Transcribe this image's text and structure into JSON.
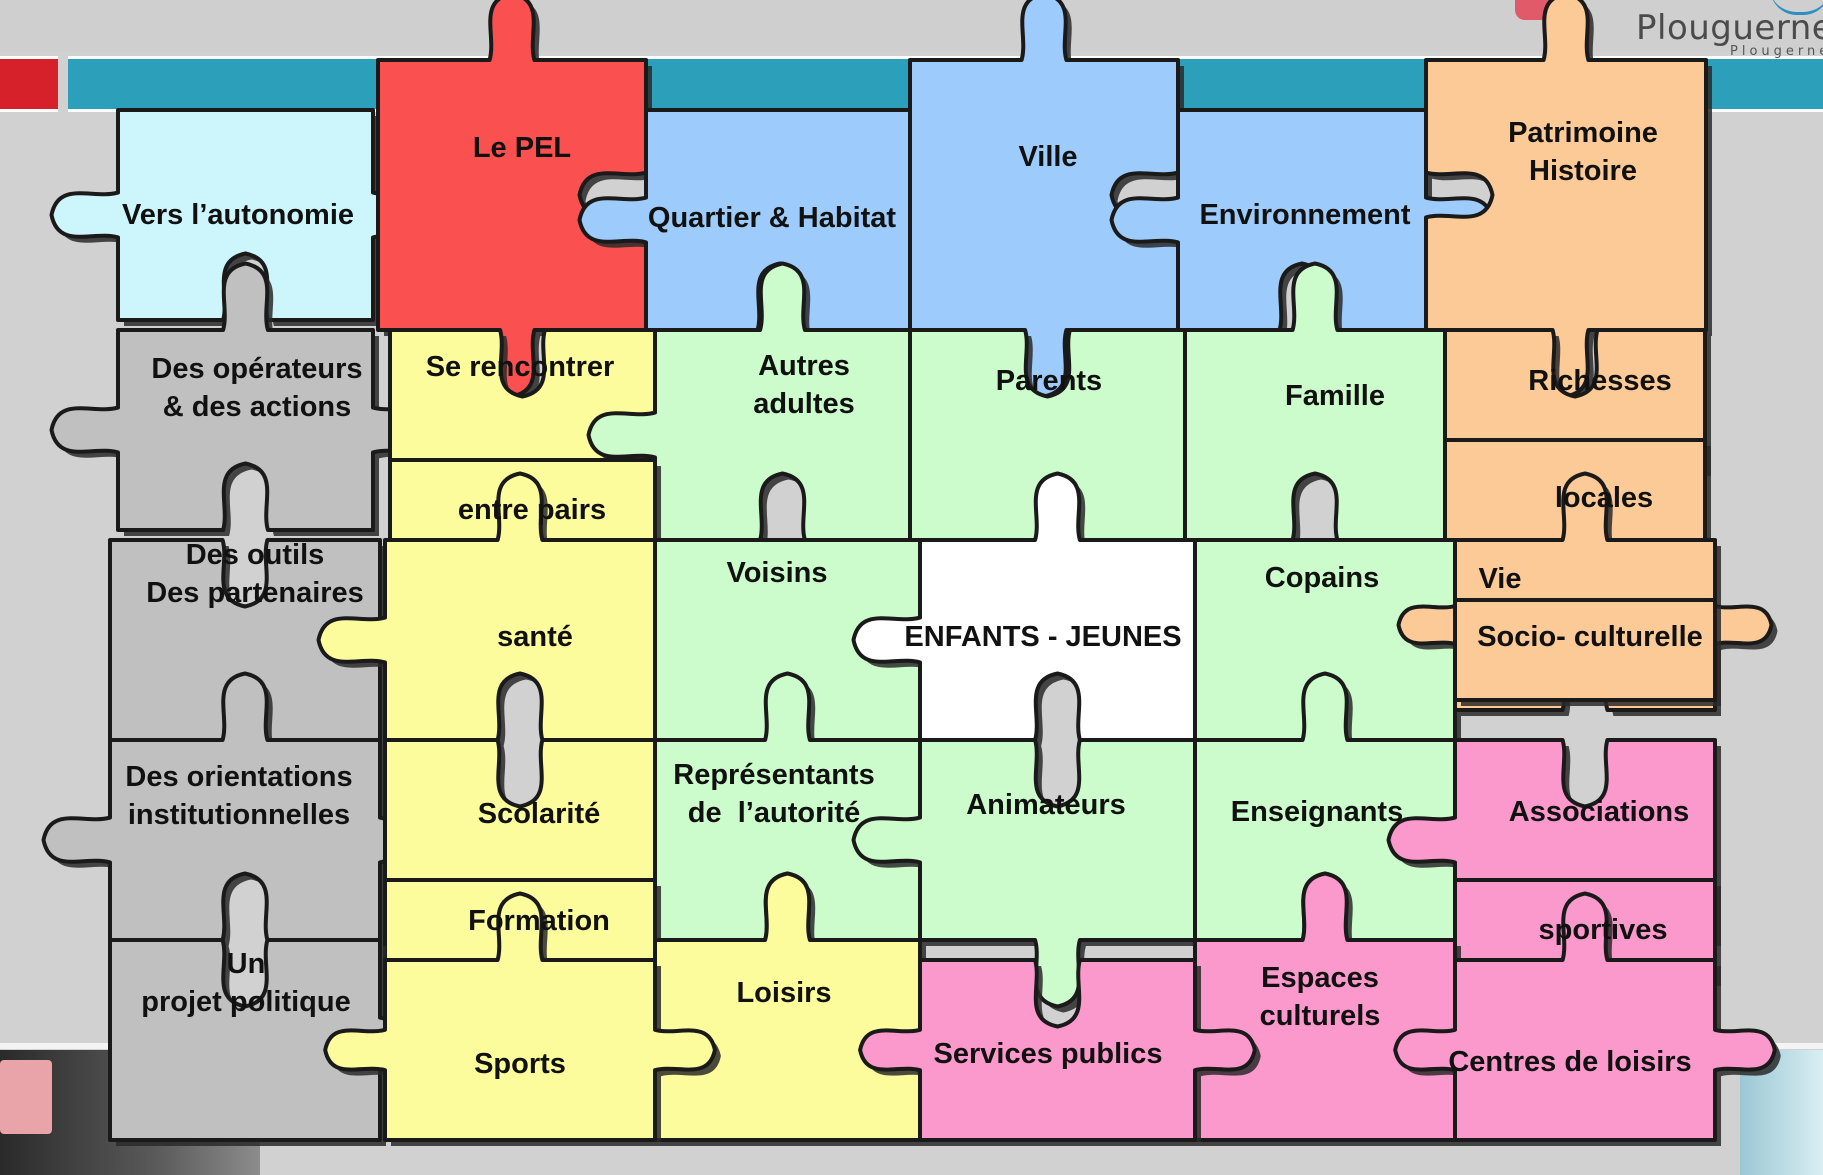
{
  "logo": {
    "name": "Plouguerneau",
    "subtitle": "Plougerneau"
  },
  "colors": {
    "light_blue": "#ccf6fb",
    "red": "#fa5050",
    "blue": "#9ccbfc",
    "orange": "#fcca96",
    "gray": "#c0c0c0",
    "yellow": "#fcfc9c",
    "green": "#ccfccc",
    "white": "#ffffff",
    "pink": "#fb99cc",
    "accent_band": "#2c9fba",
    "accent_red": "#d6202a"
  },
  "pieces": [
    {
      "label": "Vers l’autonomie",
      "color": "light_blue"
    },
    {
      "label": "Le PEL",
      "color": "red"
    },
    {
      "label": "Quartier & Habitat",
      "color": "blue"
    },
    {
      "label": "Ville",
      "color": "blue"
    },
    {
      "label": "Environnement",
      "color": "blue"
    },
    {
      "label": "Patrimoine\nHistoire",
      "color": "orange"
    },
    {
      "label": "Des opérateurs\n& des actions",
      "color": "gray"
    },
    {
      "label": "Se rencontrer",
      "color": "yellow"
    },
    {
      "label": "Autres\nadultes",
      "color": "green"
    },
    {
      "label": "Parents",
      "color": "green"
    },
    {
      "label": "Famille",
      "color": "green"
    },
    {
      "label": "Richesses",
      "color": "orange"
    },
    {
      "label": "entre pairs",
      "color": "yellow"
    },
    {
      "label": "locales",
      "color": "orange"
    },
    {
      "label": "Des outils\nDes partenaires",
      "color": "gray"
    },
    {
      "label": "santé",
      "color": "yellow"
    },
    {
      "label": "Voisins",
      "color": "green"
    },
    {
      "label": "ENFANTS - JEUNES",
      "color": "white"
    },
    {
      "label": "Copains",
      "color": "green"
    },
    {
      "label": "Vie",
      "color": "orange"
    },
    {
      "label": "Socio- culturelle",
      "color": "orange"
    },
    {
      "label": "Des orientations\ninstitutionnelles",
      "color": "gray"
    },
    {
      "label": "Scolarité",
      "color": "yellow"
    },
    {
      "label": "Représentants\nde  l’autorité",
      "color": "green"
    },
    {
      "label": "Animateurs",
      "color": "green"
    },
    {
      "label": "Enseignants",
      "color": "green"
    },
    {
      "label": "Associations",
      "color": "pink"
    },
    {
      "label": "Formation",
      "color": "yellow"
    },
    {
      "label": "sportives",
      "color": "pink"
    },
    {
      "label": "Un\nprojet politique",
      "color": "gray"
    },
    {
      "label": "Loisirs",
      "color": "yellow"
    },
    {
      "label": "Espaces\nculturels",
      "color": "pink"
    },
    {
      "label": "Sports",
      "color": "yellow"
    },
    {
      "label": "Services publics",
      "color": "pink"
    },
    {
      "label": "Centres de loisirs",
      "color": "pink"
    }
  ]
}
